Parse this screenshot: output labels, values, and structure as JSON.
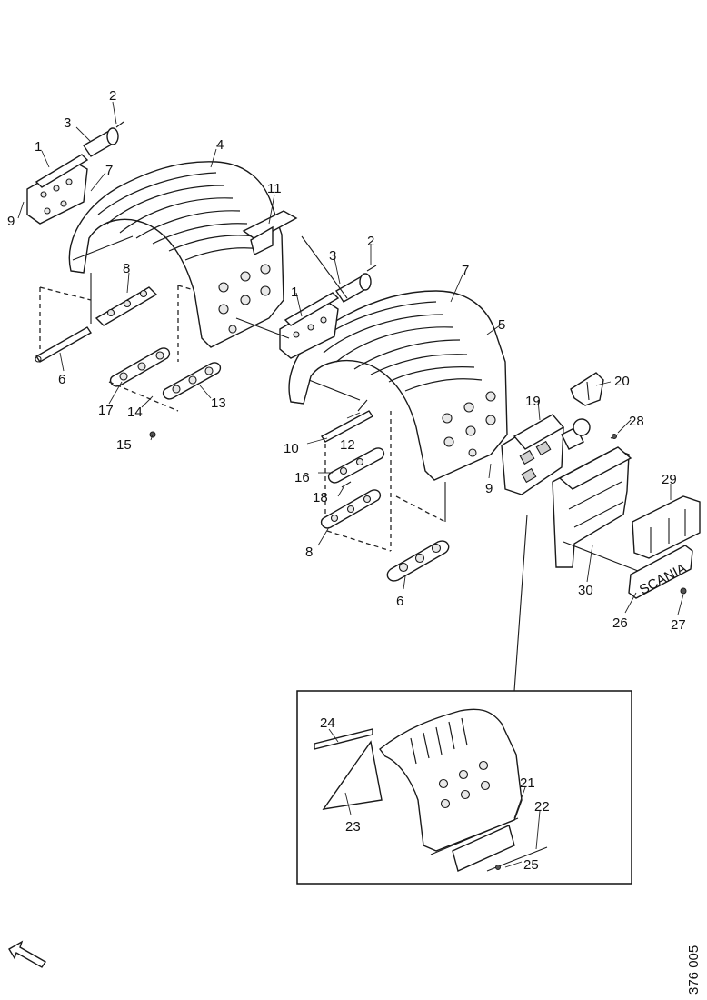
{
  "diagram": {
    "callouts": {
      "c1a": "1",
      "c2a": "2",
      "c3a": "3",
      "c4": "4",
      "c7a": "7",
      "c9a": "9",
      "c8a": "8",
      "c6a": "6",
      "c17": "17",
      "c14": "14",
      "c13": "13",
      "c15": "15",
      "c11": "11",
      "c3b": "3",
      "c2b": "2",
      "c1b": "1",
      "c7b": "7",
      "c5": "5",
      "c10": "10",
      "c12": "12",
      "c16": "16",
      "c18": "18",
      "c8b": "8",
      "c6b": "6",
      "c9b": "9",
      "c19": "19",
      "c20": "20",
      "c28": "28",
      "c29": "29",
      "c30": "30",
      "c26": "26",
      "c27": "27",
      "c24": "24",
      "c23": "23",
      "c21": "21",
      "c22": "22",
      "c25": "25"
    },
    "brand_plate": "SCANIA",
    "drawing_code": "376 005",
    "direction_arrow": "front-direction-arrow-icon"
  }
}
